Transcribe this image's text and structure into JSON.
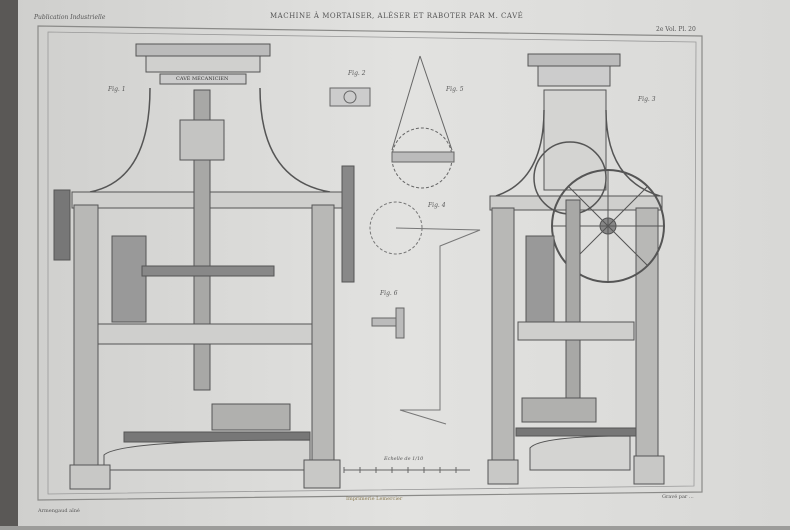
{
  "plate": {
    "series": "Publication Industrielle",
    "title": "MACHINE À MORTAISER, ALÉSER ET RABOTER PAR M. CAVÉ",
    "volume": "2e Vol. Pl. 20",
    "maker_plate": "CAVÉ MÉCANICIEN",
    "figures": [
      "Fig. 1",
      "Fig. 2",
      "Fig. 3",
      "Fig. 4",
      "Fig. 5",
      "Fig. 6"
    ],
    "scale_label": "Echelle de 1/10",
    "engraver_left": "Armengaud aîné",
    "printer": "Imprimerie Lemercier",
    "engraver_right": "Gravé par ..."
  }
}
